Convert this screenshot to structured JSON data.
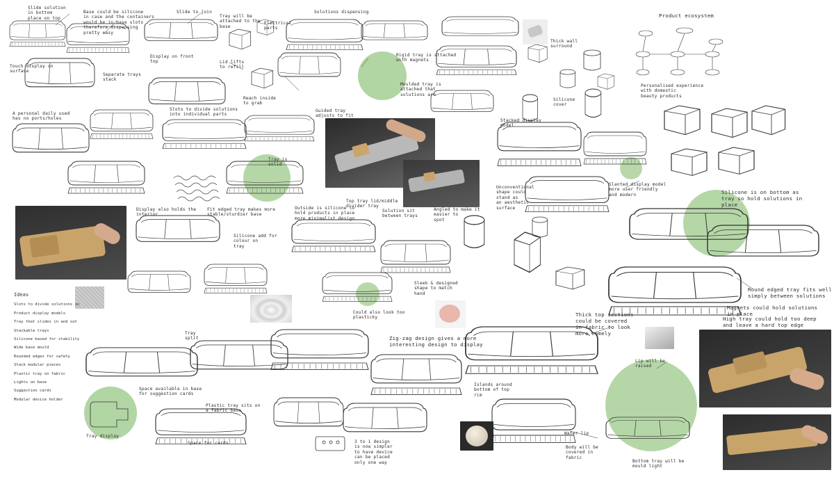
{
  "notes": {
    "n01": "Slide solution\nin bottom\nplace on top",
    "n02": "Base could be silicone\nin case and the containers\nwould be in base slots\ntherefore dispensing\npretty easy",
    "n03": "Slide to join",
    "n04": "Tray will be\nattached to the\nbase",
    "n05": "Solutions dispensing",
    "n06": "Touch display on\nsurface",
    "n07": "Display on front\ntop",
    "n08": "Electrical\nparts",
    "n09": "Lid lifts\nto refill",
    "n10": "Separate trays\nstack",
    "n11": "Reach inside\nto grab",
    "n12": "Rigid tray is attached\nwith magnets",
    "n13": "Moulded tray is\nattached that\nsolutions are",
    "n14": "Thick wall\nsurround",
    "n15": "Silicone\ncover",
    "n16": "Product ecosystem",
    "n17": "Personalised experience\nwith domestic\nbeauty products",
    "n18": "Ideas",
    "n19": "A personal daily used\nhas no ports/holes",
    "n20": "Slots to divide solutions\ninto individual parts",
    "n21": "Guided tray\nadjusts to fit",
    "n22": "Stacked display\nmodel",
    "n23": "Slanted display model\nmore user friendly\nand modern",
    "n24": "Unconventional\nshape could\nstand as\nan aesthetic\nsurface",
    "n25": "Silicone is on bottom as\ntray so hold solutions in\nplace",
    "n26": "Fit edged tray makes more\nstable/sturdier base",
    "n27": "Outside is silicone to\nhold products in place\nmore minimalist design",
    "n28": "Top tray lid/middle\ndivider tray",
    "n29": "Solution sit\nbetween trays",
    "n30": "Display also holds the\ninterior",
    "n31": "Silicone add for\ncolour on\ntray",
    "n32": "Round edged tray fits well\nsimply between solutions",
    "n33": "Magnets could hold solutions\nin place",
    "n34": "High tray could hold too deep\nand leave a hard top edge",
    "n35": "Thick top sections\ncould be covered\nin fabric to look\nmore homely",
    "n36": "Zig-zag design gives a more\ninteresting design to display",
    "n37": "Tray\nsplit",
    "n38": "Space available in base\nfor suggestion cards",
    "n39": "Plastic tray sits on\na fabric base",
    "n40": "Tray display",
    "n41": "Space for cards",
    "n42": "Sleek & designed\nshape to match\nhand",
    "n43": "Could also look too\nplasticky",
    "n44": "Angled to make it\neasier to\nspot",
    "n45": "Water lip",
    "n46": "Body will be\ncovered in\nfabric",
    "n47": "Lip will be\nraised",
    "n48": "Bottom tray will be\nmould light",
    "n49": "Islands around\nbottom of top\nrim",
    "n50": "3 to 1 design\nis now simpler\nto have device\ncan be placed\nonly one way",
    "n51": "Tray is\nsolid"
  },
  "ideas": {
    "title": "Ideas",
    "items": [
      "Slots to divide solutions in",
      "Product display models",
      "Tray that slides in and out",
      "Stackable trays",
      "Silicone based for stability",
      "Wide base mould",
      "Rounded edges for safety",
      "Stack modular pieces",
      "Plastic tray on fabric",
      "Lights on base",
      "Suggestion cards",
      "Modular device holder"
    ]
  },
  "colors": {
    "ink": "#3a3a3a",
    "highlight": "#9cc98a",
    "cork": "#c9a46a",
    "background": "#ffffff"
  }
}
